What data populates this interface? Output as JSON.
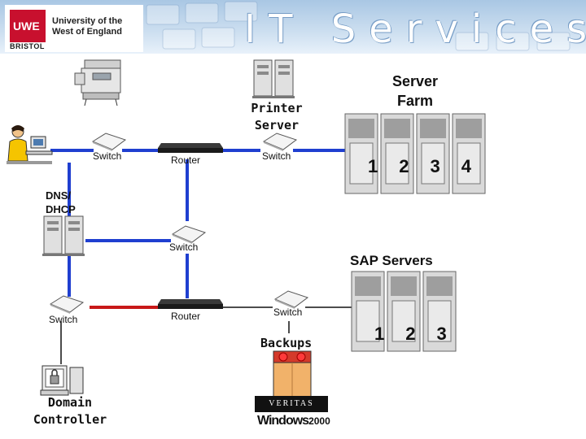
{
  "header": {
    "university_line1": "University of the",
    "university_line2": "West of England",
    "badge": "UWE",
    "city": "BRISTOL",
    "title": "IT Services"
  },
  "labels": {
    "switch_top_left": "Switch",
    "router_top": "Router",
    "switch_top_mid": "Switch",
    "printer_server_1": "Printer",
    "printer_server_2": "Server",
    "server_farm_1": "Server",
    "server_farm_2": "Farm",
    "dns_1": "DNS/",
    "dns_2": "DHCP",
    "switch_center": "Switch",
    "sap_servers": "SAP Servers",
    "switch_bottom_left": "Switch",
    "router_bottom": "Router",
    "switch_bottom_mid": "Switch",
    "backups": "Backups",
    "domain_1": "Domain",
    "domain_2": "Controller",
    "veritas": "VERITAS",
    "windows": "Windows",
    "windows_ver": "2000"
  },
  "server_farm_numbers": [
    "1",
    "2",
    "3",
    "4"
  ],
  "sap_numbers": [
    "1",
    "2",
    "3"
  ],
  "colors": {
    "link_blue": "#1f3fd0",
    "link_red": "#c81818",
    "link_black": "#111111",
    "badge_red": "#c8102e"
  }
}
